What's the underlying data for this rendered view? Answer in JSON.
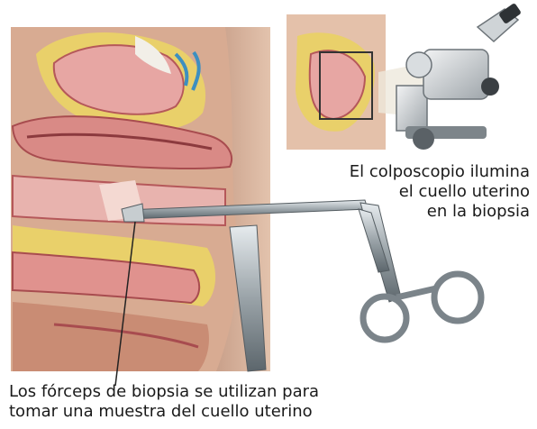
{
  "captions": {
    "colposcope": {
      "line1": "El colposcopio ilumina",
      "line2": "el cuello uterino",
      "line3": "en la biopsia"
    },
    "forceps": {
      "line1": "Los fórceps de biopsia se utilizan para",
      "line2": "tomar una muestra del cuello uterino"
    }
  },
  "colors": {
    "tissue_pink": "#e7a6a3",
    "tissue_dark": "#b5585a",
    "fat_yellow": "#e9d06a",
    "skin_tan": "#d9b39a",
    "instrument_gray": "#9aa3a8",
    "background": "#ffffff"
  }
}
